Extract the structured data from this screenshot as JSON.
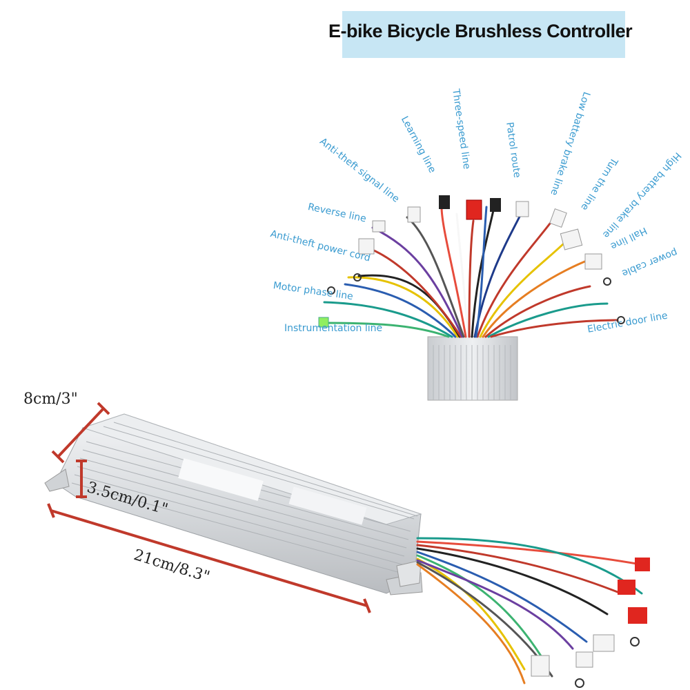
{
  "title": "E-bike Bicycle Brushless Controller",
  "wire_labels": {
    "instrumentation": "Instrumentation line",
    "motor_phase": "Motor phase line",
    "anti_theft_power": "Anti-theft power cord",
    "reverse": "Reverse line",
    "anti_theft_signal": "Anti-theft signal line",
    "learning": "Learning line",
    "three_speed": "Three-speed line",
    "patrol": "Patrol route",
    "low_battery_brake": "Low battery brake line",
    "turn": "Turn the line",
    "high_battery_brake": "High battery brake line",
    "hall": "Hall line",
    "power": "power cable",
    "electric_door": "Electric door line"
  },
  "dimensions": {
    "height": "8cm/3\"",
    "thickness": "3.5cm/0.1\"",
    "length": "21cm/8.3\""
  },
  "colors": {
    "title_bg": "#c7e6f4",
    "label_text": "#3a9bd0",
    "dimension_marker": "#c0392b",
    "housing": "#d9dcdf"
  }
}
